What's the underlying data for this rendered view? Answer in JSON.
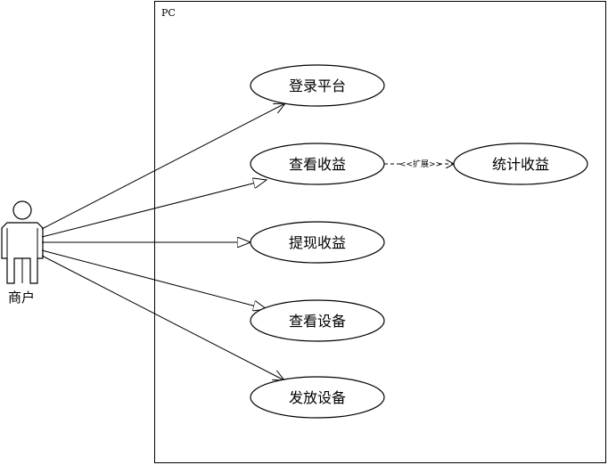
{
  "system": {
    "name": "PC"
  },
  "actor": {
    "name": "商户"
  },
  "use_cases": {
    "login": "登录平台",
    "view_income": "查看收益",
    "withdraw": "提现收益",
    "view_devices": "查看设备",
    "distribute_devices": "发放设备",
    "stats_income": "统计收益"
  },
  "relations": {
    "extend_label": "<<扩展>>"
  }
}
